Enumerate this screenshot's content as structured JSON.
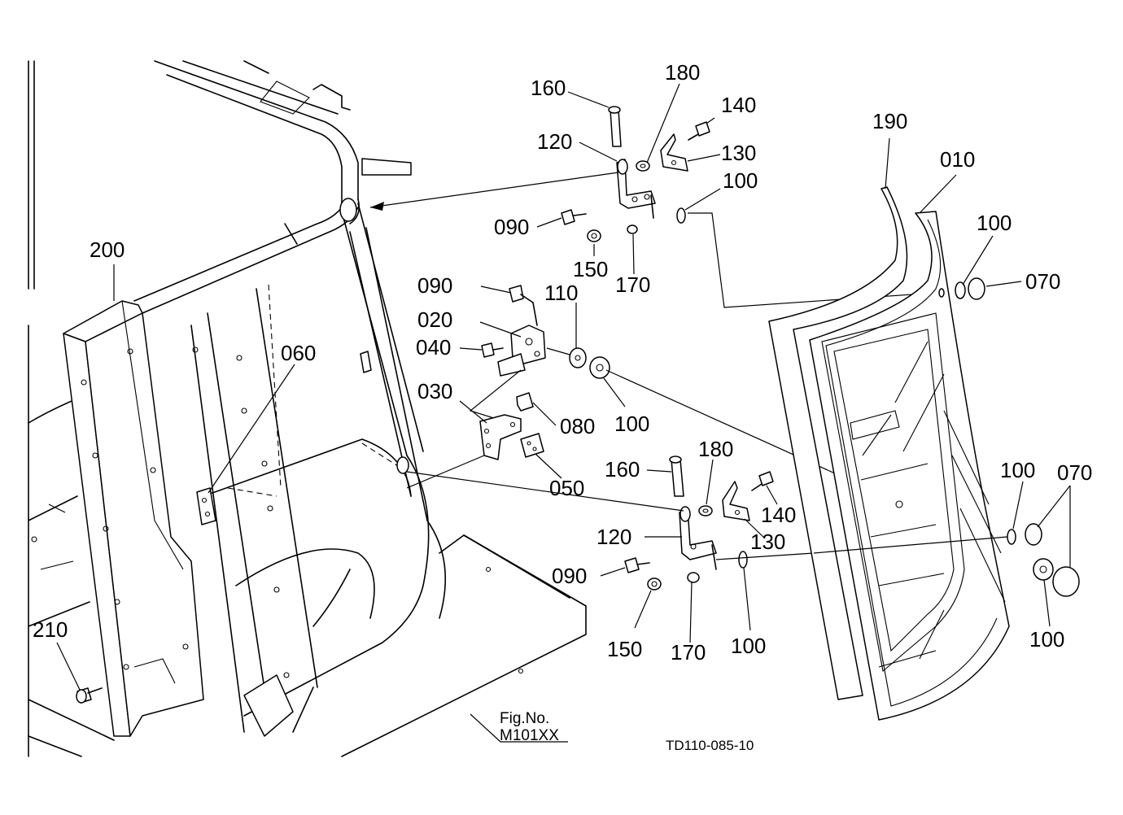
{
  "callouts": [
    {
      "id": "c160a",
      "text": "160"
    },
    {
      "id": "c180a",
      "text": "180"
    },
    {
      "id": "c140a",
      "text": "140"
    },
    {
      "id": "c120a",
      "text": "120"
    },
    {
      "id": "c130a",
      "text": "130"
    },
    {
      "id": "c100a",
      "text": "100"
    },
    {
      "id": "c090a",
      "text": "090"
    },
    {
      "id": "c150a",
      "text": "150"
    },
    {
      "id": "c170a",
      "text": "170"
    },
    {
      "id": "c190",
      "text": "190"
    },
    {
      "id": "c010",
      "text": "010"
    },
    {
      "id": "c100b",
      "text": "100"
    },
    {
      "id": "c070a",
      "text": "070"
    },
    {
      "id": "c200",
      "text": "200"
    },
    {
      "id": "c090b",
      "text": "090"
    },
    {
      "id": "c110",
      "text": "110"
    },
    {
      "id": "c020",
      "text": "020"
    },
    {
      "id": "c040",
      "text": "040"
    },
    {
      "id": "c060",
      "text": "060"
    },
    {
      "id": "c030",
      "text": "030"
    },
    {
      "id": "c080",
      "text": "080"
    },
    {
      "id": "c100c",
      "text": "100"
    },
    {
      "id": "c050",
      "text": "050"
    },
    {
      "id": "c160b",
      "text": "160"
    },
    {
      "id": "c180b",
      "text": "180"
    },
    {
      "id": "c140b",
      "text": "140"
    },
    {
      "id": "c130b",
      "text": "130"
    },
    {
      "id": "c120b",
      "text": "120"
    },
    {
      "id": "c090c",
      "text": "090"
    },
    {
      "id": "c150b",
      "text": "150"
    },
    {
      "id": "c170b",
      "text": "170"
    },
    {
      "id": "c100d",
      "text": "100"
    },
    {
      "id": "c100e",
      "text": "100"
    },
    {
      "id": "c070b",
      "text": "070"
    },
    {
      "id": "c100f",
      "text": "100"
    },
    {
      "id": "c210",
      "text": "210"
    }
  ],
  "figure_label": {
    "line1": "Fig.No.",
    "line2": "M101XX"
  },
  "drawing_code": "TD110-085-10"
}
